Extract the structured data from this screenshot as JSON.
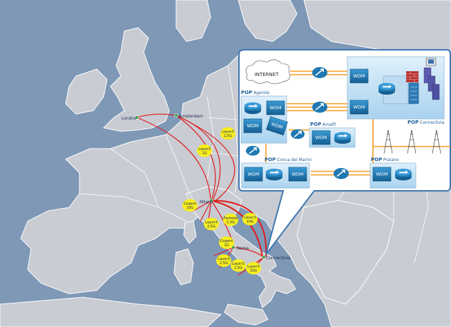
{
  "cities": [
    {
      "id": "londra",
      "name": "Londra"
    },
    {
      "id": "amsterdam",
      "name": "Amsterdam"
    },
    {
      "id": "milano",
      "name": "Milano"
    },
    {
      "id": "roma",
      "name": "Roma"
    },
    {
      "id": "connectivia",
      "name": "Connectivia"
    }
  ],
  "link_badges": [
    {
      "id": "b1",
      "line1": "Layer3",
      "line2": "2,5G"
    },
    {
      "id": "b2",
      "line1": "Layer3",
      "line2": "1G"
    },
    {
      "id": "b3",
      "line1": "Cogent",
      "line2": "10G"
    },
    {
      "id": "b4",
      "line1": "Layer3",
      "line2": "2,5G"
    },
    {
      "id": "b5",
      "line1": "Fastweb",
      "line2": "2,5G"
    },
    {
      "id": "b6",
      "line1": "Layer3",
      "line2": "10G"
    },
    {
      "id": "b7",
      "line1": "Cogent",
      "line2": "1G"
    },
    {
      "id": "b8",
      "line1": "Layer3",
      "line2": "2,5G"
    },
    {
      "id": "b9",
      "line1": "Layer3",
      "line2": "2,5G"
    },
    {
      "id": "b10",
      "line1": "Layer3",
      "line2": "10G"
    }
  ],
  "diagram": {
    "internet_label": "INTERNET",
    "pop_prefix": "POP",
    "wdm_label": "WDM",
    "pops": [
      {
        "id": "agerola",
        "name": "Agerola"
      },
      {
        "id": "amalfi",
        "name": "Amalfi"
      },
      {
        "id": "conca",
        "name": "Conca dei Marini"
      },
      {
        "id": "praiano",
        "name": "Praiano"
      },
      {
        "id": "connectivia",
        "name": "Connectivia"
      }
    ]
  },
  "colors": {
    "sea": "#7e98b6",
    "land": "#c9ccd2",
    "border": "#ffffff",
    "link": "#e01a1a",
    "badge": "#f7ee1e",
    "wdm": "#1f79b3",
    "fiber": "#f79a21",
    "panel_border": "#3d76b0"
  }
}
